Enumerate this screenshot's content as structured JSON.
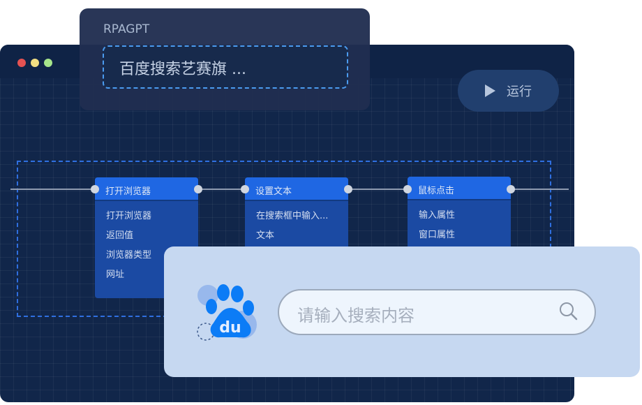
{
  "window": {
    "dots": [
      "#e55252",
      "#f2df83",
      "#a6e58b"
    ]
  },
  "popup": {
    "title": "RPAGPT",
    "input_value": "百度搜索艺赛旗  ..."
  },
  "run_button": {
    "label": "运行"
  },
  "nodes": [
    {
      "title": "打开浏览器",
      "items": [
        "打开浏览器",
        "返回值",
        "浏览器类型",
        "网址"
      ]
    },
    {
      "title": "设置文本",
      "items": [
        "在搜索框中输入...",
        "文本"
      ]
    },
    {
      "title": "鼠标点击",
      "items": [
        "输入属性",
        "窗口属性"
      ]
    }
  ],
  "search_card": {
    "logo_text": "du",
    "placeholder": "请输入搜索内容"
  }
}
